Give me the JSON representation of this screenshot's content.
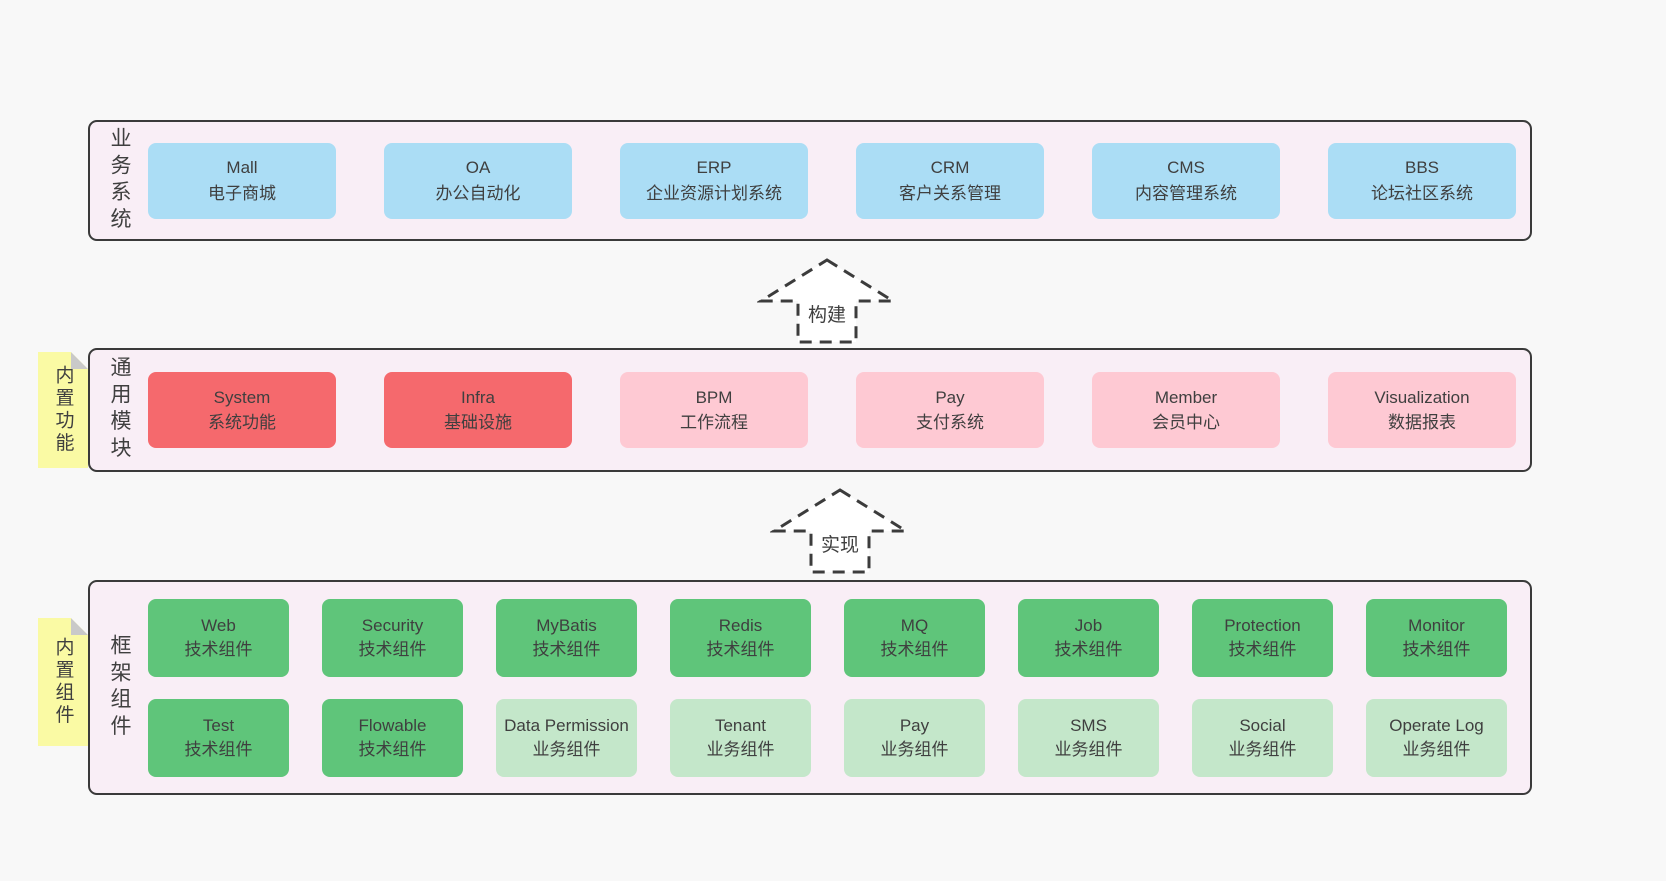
{
  "page": {
    "background": "#f8f8f8"
  },
  "colors": {
    "band_bg": "#f9eef6",
    "band_border": "#3a3a3a",
    "blue": "#abddf5",
    "red": "#f5696d",
    "pink": "#fec9d3",
    "green": "#5fc57a",
    "light_green": "#c4e7ca",
    "sticky_yellow": "#fafaa4",
    "fold_gray": "#c9c9c9",
    "text": "#3f3f3f"
  },
  "sections": [
    {
      "id": "business",
      "label": "业务系统",
      "boxes": [
        {
          "title": "Mall",
          "subtitle": "电子商城",
          "variant": "blue"
        },
        {
          "title": "OA",
          "subtitle": "办公自动化",
          "variant": "blue"
        },
        {
          "title": "ERP",
          "subtitle": "企业资源计划系统",
          "variant": "blue"
        },
        {
          "title": "CRM",
          "subtitle": "客户关系管理",
          "variant": "blue"
        },
        {
          "title": "CMS",
          "subtitle": "内容管理系统",
          "variant": "blue"
        },
        {
          "title": "BBS",
          "subtitle": "论坛社区系统",
          "variant": "blue"
        }
      ]
    },
    {
      "id": "modules",
      "label": "通用模块",
      "boxes": [
        {
          "title": "System",
          "subtitle": "系统功能",
          "variant": "red"
        },
        {
          "title": "Infra",
          "subtitle": "基础设施",
          "variant": "red"
        },
        {
          "title": "BPM",
          "subtitle": "工作流程",
          "variant": "pink"
        },
        {
          "title": "Pay",
          "subtitle": "支付系统",
          "variant": "pink"
        },
        {
          "title": "Member",
          "subtitle": "会员中心",
          "variant": "pink"
        },
        {
          "title": "Visualization",
          "subtitle": "数据报表",
          "variant": "pink"
        }
      ]
    },
    {
      "id": "components",
      "label": "框架组件",
      "rows": [
        [
          {
            "title": "Web",
            "subtitle": "技术组件",
            "variant": "green"
          },
          {
            "title": "Security",
            "subtitle": "技术组件",
            "variant": "green"
          },
          {
            "title": "MyBatis",
            "subtitle": "技术组件",
            "variant": "green"
          },
          {
            "title": "Redis",
            "subtitle": "技术组件",
            "variant": "green"
          },
          {
            "title": "MQ",
            "subtitle": "技术组件",
            "variant": "green"
          },
          {
            "title": "Job",
            "subtitle": "技术组件",
            "variant": "green"
          },
          {
            "title": "Protection",
            "subtitle": "技术组件",
            "variant": "green"
          },
          {
            "title": "Monitor",
            "subtitle": "技术组件",
            "variant": "green"
          }
        ],
        [
          {
            "title": "Test",
            "subtitle": "技术组件",
            "variant": "green"
          },
          {
            "title": "Flowable",
            "subtitle": "技术组件",
            "variant": "green"
          },
          {
            "title": "Data Permission",
            "subtitle": "业务组件",
            "variant": "light-green"
          },
          {
            "title": "Tenant",
            "subtitle": "业务组件",
            "variant": "light-green"
          },
          {
            "title": "Pay",
            "subtitle": "业务组件",
            "variant": "light-green"
          },
          {
            "title": "SMS",
            "subtitle": "业务组件",
            "variant": "light-green"
          },
          {
            "title": "Social",
            "subtitle": "业务组件",
            "variant": "light-green"
          },
          {
            "title": "Operate Log",
            "subtitle": "业务组件",
            "variant": "light-green"
          }
        ]
      ]
    }
  ],
  "stickies": [
    {
      "text": "内置功能"
    },
    {
      "text": "内置组件"
    }
  ],
  "arrows": [
    {
      "label": "构建"
    },
    {
      "label": "实现"
    }
  ]
}
